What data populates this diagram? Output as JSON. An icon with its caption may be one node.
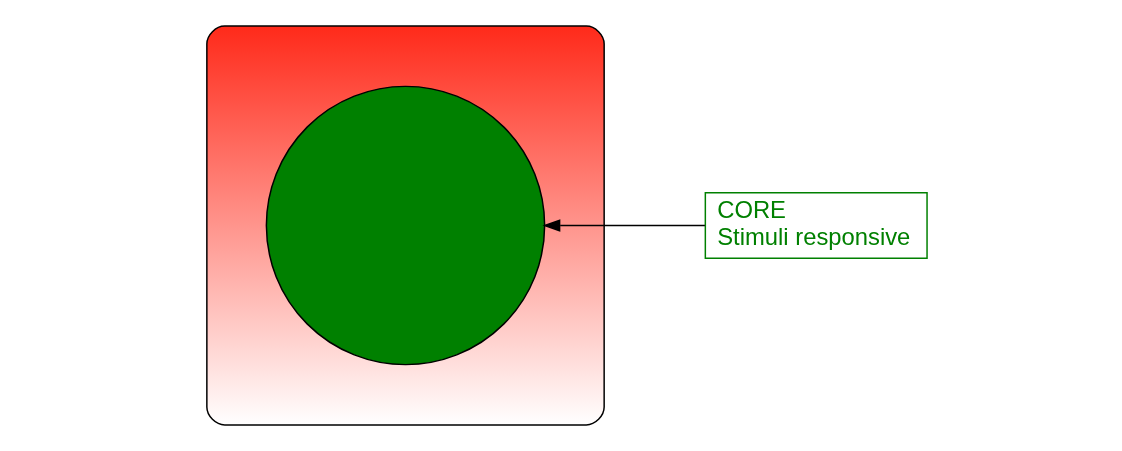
{
  "diagram": {
    "nodes": [
      {
        "text": [],
        "shape": "blob"
      },
      {
        "text": [],
        "shape": "circle",
        "in": 0
      },
      {
        "text": [
          "CORE",
          "Stimuli responsive"
        ]
      }
    ],
    "edges": [
      {
        "from": 2,
        "to": 1,
        "arrow": "to"
      }
    ]
  }
}
